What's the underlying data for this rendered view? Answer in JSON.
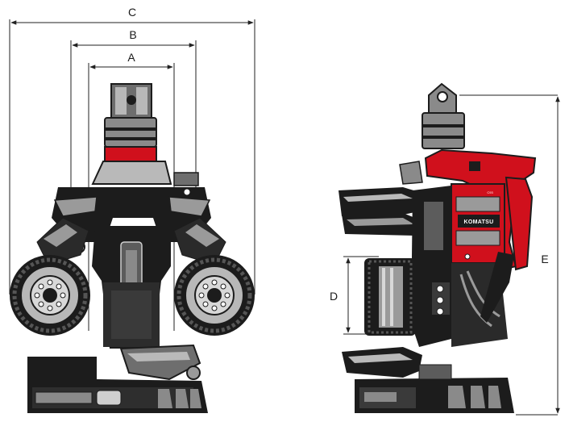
{
  "diagram": {
    "dimensions": [
      {
        "id": "A",
        "label": "A"
      },
      {
        "id": "B",
        "label": "B"
      },
      {
        "id": "C",
        "label": "C"
      },
      {
        "id": "D",
        "label": "D"
      },
      {
        "id": "E",
        "label": "E"
      }
    ],
    "brand_label": "KOMATSU",
    "model_label": "C93",
    "colors": {
      "frame": "#1c1c1c",
      "metal": "#8a8a8a",
      "accent": "#d0101c",
      "background": "#ffffff"
    }
  }
}
